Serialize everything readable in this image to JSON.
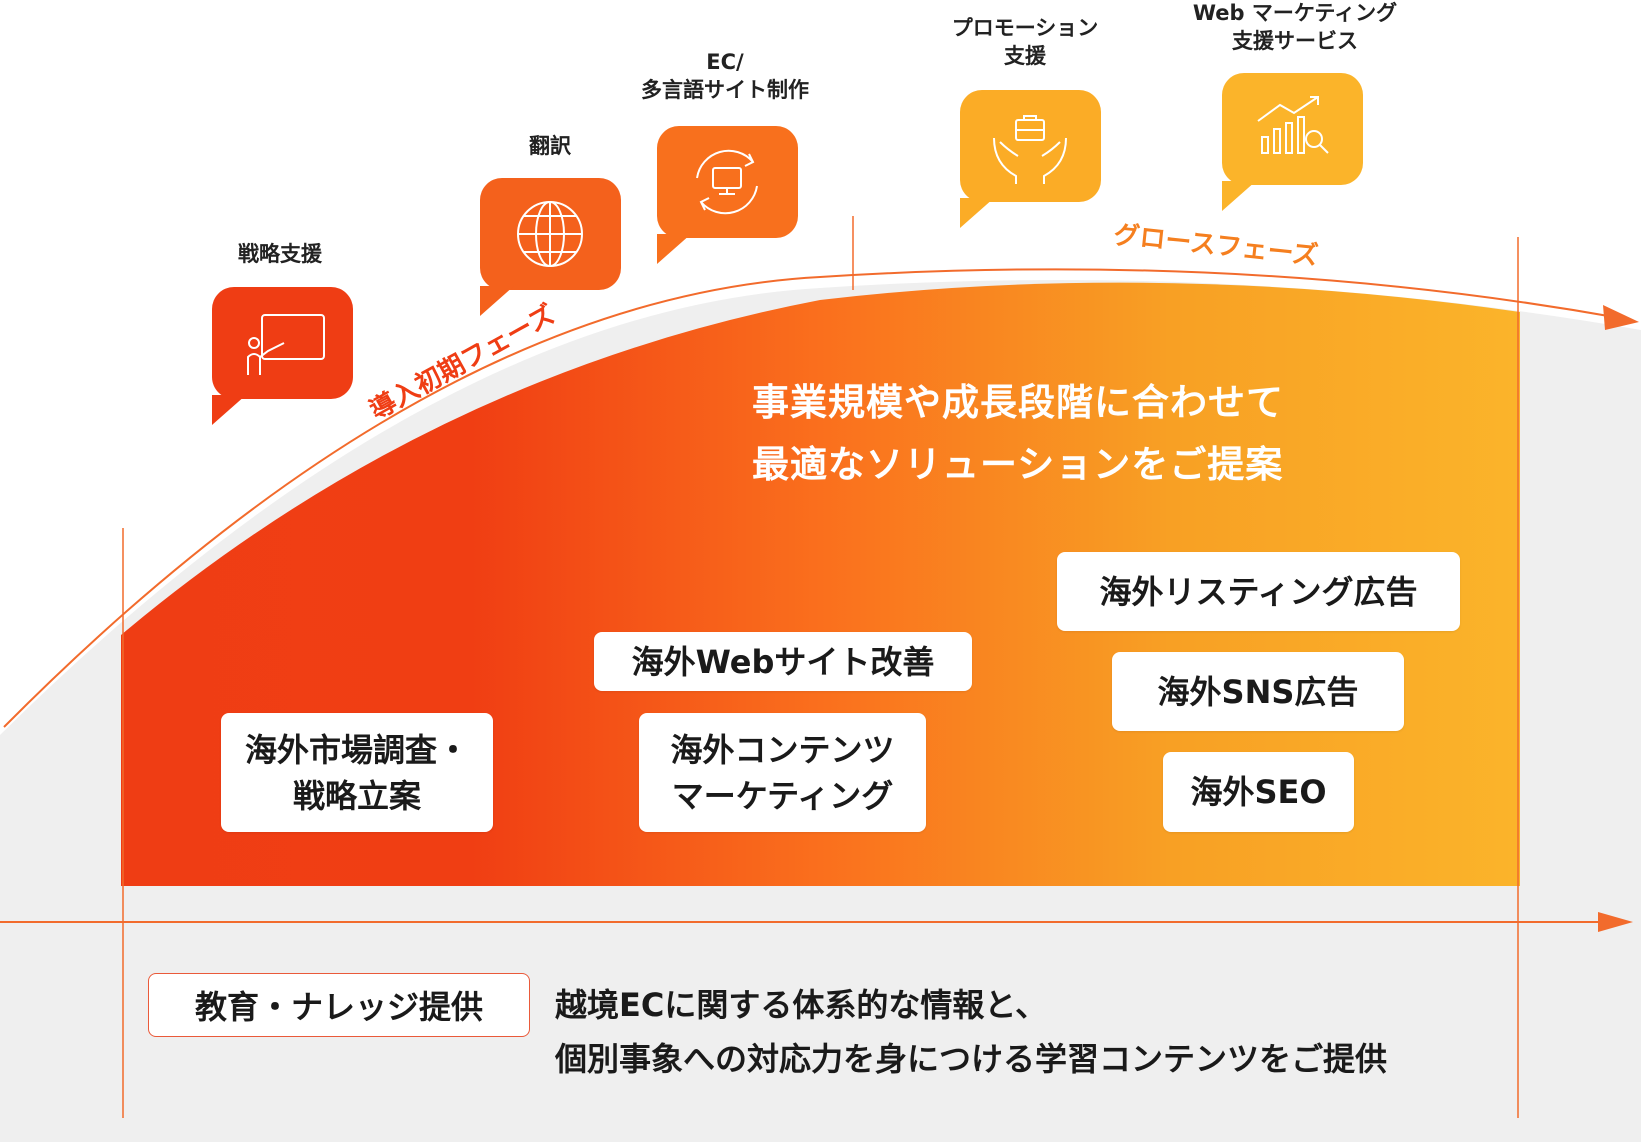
{
  "colors": {
    "red": "#ef3d14",
    "orange": "#fa6f1d",
    "amber": "#f7a51f",
    "yellow": "#fbb42a",
    "arrow": "#f26b2c",
    "grey": "#efefef"
  },
  "services": [
    {
      "label": "戦略支援",
      "icon": "presentation-board-icon",
      "color": "#ef3d14"
    },
    {
      "label": "翻訳",
      "icon": "globe-icon",
      "color": "#f4611c"
    },
    {
      "label": "EC/\n多言語サイト制作",
      "icon": "monitor-refresh-icon",
      "color": "#f8701d"
    },
    {
      "label": "プロモーション\n支援",
      "icon": "hands-briefcase-icon",
      "color": "#fbac26"
    },
    {
      "label": "Web マーケティング\n支援サービス",
      "icon": "growth-chart-search-icon",
      "color": "#fbb42a"
    }
  ],
  "phases": {
    "initial": "導入初期フェーズ",
    "growth": "グロースフェーズ"
  },
  "headline": {
    "line1": "事業規模や成長段階に合わせて",
    "line2": "最適なソリューションをご提案"
  },
  "cards": {
    "market_research": "海外市場調査・\n戦略立案",
    "web_improvement": "海外Webサイト改善",
    "content_marketing": "海外コンテンツ\nマーケティング",
    "listing_ads": "海外リスティング広告",
    "sns_ads": "海外SNS広告",
    "seo": "海外SEO"
  },
  "education": {
    "label": "教育・ナレッジ提供",
    "line1": "越境ECに関する体系的な情報と、",
    "line2": "個別事象への対応力を身につける学習コンテンツをご提供"
  }
}
